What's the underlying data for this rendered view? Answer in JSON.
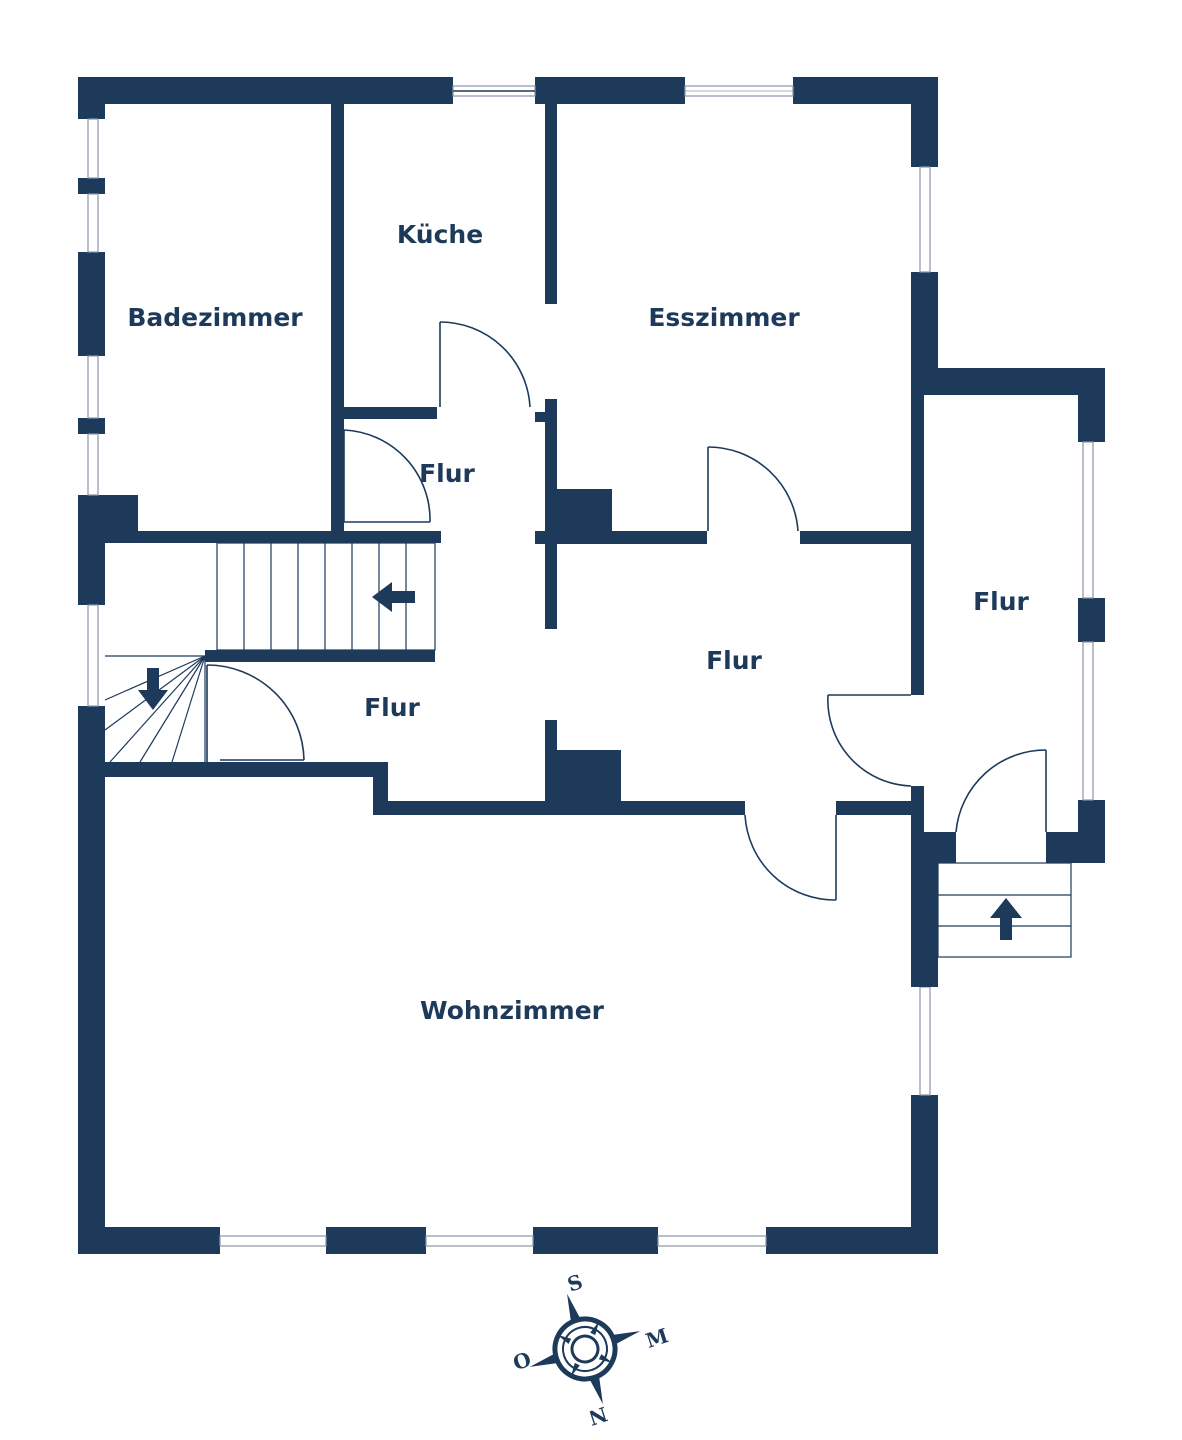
{
  "colors": {
    "wall": "#1d3a5a",
    "background": "#ffffff",
    "window_line": "#8a97a8"
  },
  "rooms": {
    "badezimmer": "Badezimmer",
    "kueche": "Küche",
    "esszimmer": "Esszimmer",
    "flur_top": "Flur",
    "flur_middle": "Flur",
    "flur_left": "Flur",
    "flur_right": "Flur",
    "wohnzimmer": "Wohnzimmer"
  },
  "compass": {
    "top": "S",
    "right": "M",
    "left": "O",
    "bottom": "N"
  },
  "icons": {
    "stair_arrows": "arrow-icon",
    "compass": "compass-icon"
  }
}
